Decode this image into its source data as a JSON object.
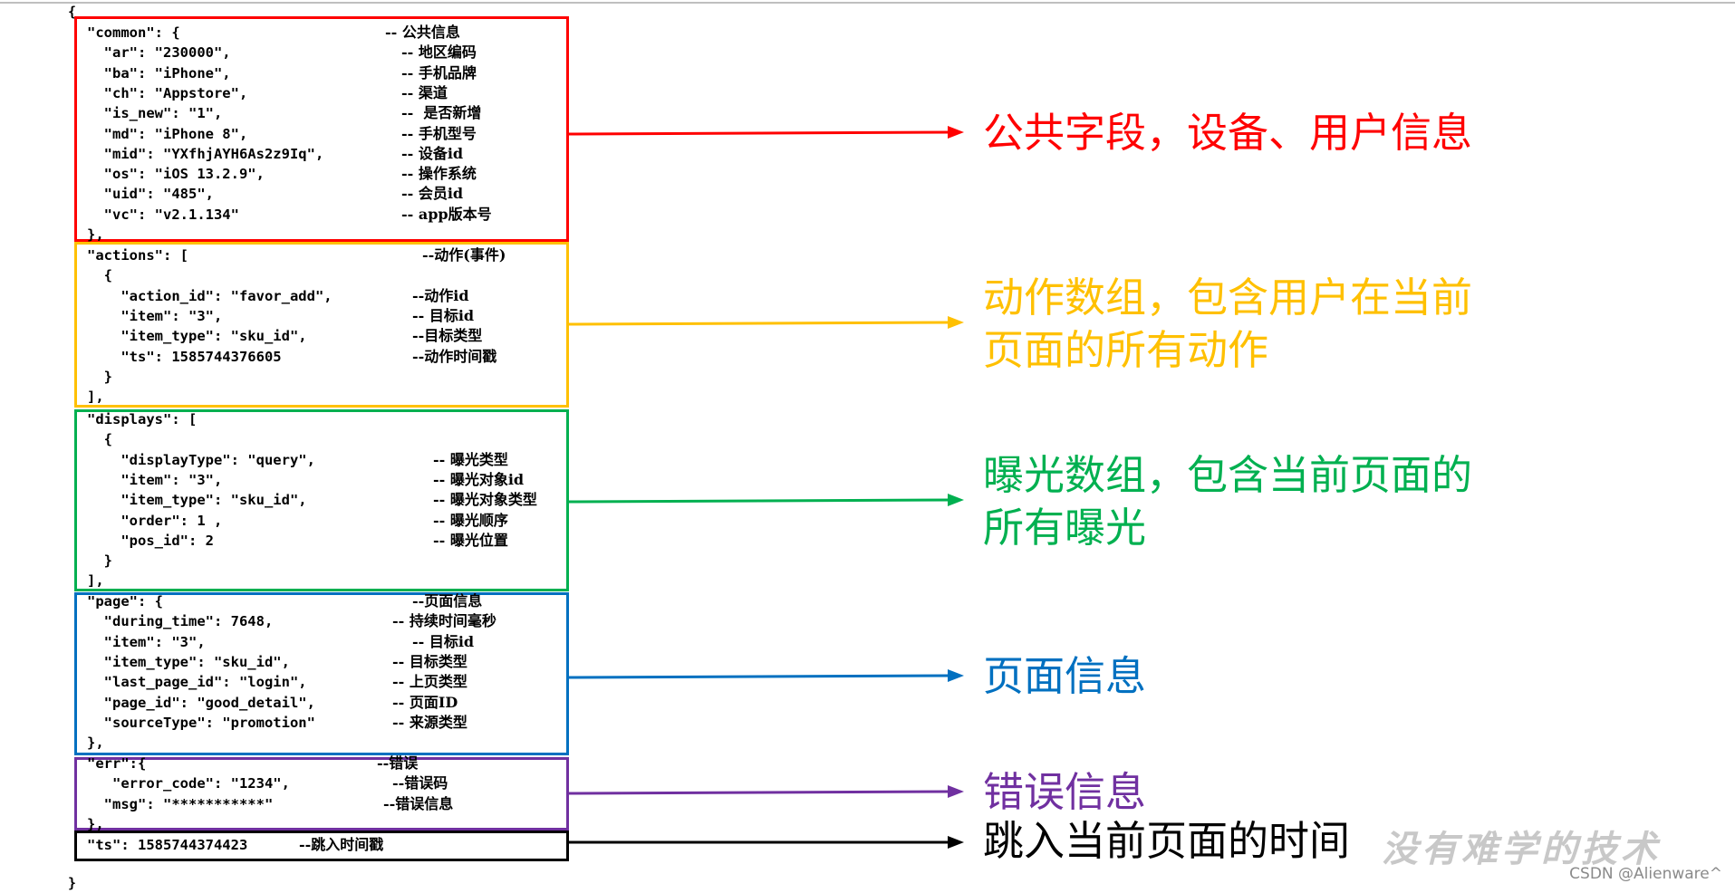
{
  "braces": {
    "open": "{",
    "close": "}"
  },
  "sections": [
    {
      "key": "common",
      "color": "#ff0000",
      "label_lines": [
        "公共字段，设备、用户信息"
      ],
      "lines": [
        {
          "code": "\"common\": {",
          "comment": "-- 公共信息"
        },
        {
          "code": "  \"ar\": \"230000\",",
          "comment": "-- 地区编码"
        },
        {
          "code": "  \"ba\": \"iPhone\",",
          "comment": "-- 手机品牌"
        },
        {
          "code": "  \"ch\": \"Appstore\",",
          "comment": "-- 渠道"
        },
        {
          "code": "  \"is_new\": \"1\",",
          "comment": "--  是否新增"
        },
        {
          "code": "  \"md\": \"iPhone 8\",",
          "comment": "-- 手机型号"
        },
        {
          "code": "  \"mid\": \"YXfhjAYH6As2z9Iq\",",
          "comment": "-- 设备id"
        },
        {
          "code": "  \"os\": \"iOS 13.2.9\",",
          "comment": "-- 操作系统"
        },
        {
          "code": "  \"uid\": \"485\",",
          "comment": "-- 会员id"
        },
        {
          "code": "  \"vc\": \"v2.1.134\"",
          "comment": "-- app版本号"
        },
        {
          "code": "},",
          "comment": ""
        }
      ]
    },
    {
      "key": "actions",
      "color": "#ffc000",
      "label_lines": [
        "动作数组，包含用户在当前",
        "页面的所有动作"
      ],
      "lines": [
        {
          "code": "\"actions\": [",
          "comment": "--动作(事件)"
        },
        {
          "code": "  {",
          "comment": ""
        },
        {
          "code": "    \"action_id\": \"favor_add\",",
          "comment": "--动作id"
        },
        {
          "code": "    \"item\": \"3\",",
          "comment": "-- 目标id"
        },
        {
          "code": "    \"item_type\": \"sku_id\",",
          "comment": "--目标类型"
        },
        {
          "code": "    \"ts\": 1585744376605",
          "comment": "--动作时间戳"
        },
        {
          "code": "  }",
          "comment": ""
        },
        {
          "code": "],",
          "comment": ""
        }
      ]
    },
    {
      "key": "displays",
      "color": "#00b050",
      "label_lines": [
        "曝光数组，包含当前页面的",
        "所有曝光"
      ],
      "lines": [
        {
          "code": "\"displays\": [",
          "comment": ""
        },
        {
          "code": "  {",
          "comment": ""
        },
        {
          "code": "    \"displayType\": \"query\",",
          "comment": "-- 曝光类型"
        },
        {
          "code": "    \"item\": \"3\",",
          "comment": "-- 曝光对象id"
        },
        {
          "code": "    \"item_type\": \"sku_id\",",
          "comment": "-- 曝光对象类型"
        },
        {
          "code": "    \"order\": 1 ,",
          "comment": "-- 曝光顺序"
        },
        {
          "code": "    \"pos_id\": 2",
          "comment": "-- 曝光位置"
        },
        {
          "code": "  }",
          "comment": ""
        },
        {
          "code": "],",
          "comment": ""
        }
      ]
    },
    {
      "key": "page",
      "color": "#0070c0",
      "label_lines": [
        "页面信息"
      ],
      "lines": [
        {
          "code": "\"page\": {",
          "comment": "--页面信息"
        },
        {
          "code": "  \"during_time\": 7648,",
          "comment": "-- 持续时间毫秒"
        },
        {
          "code": "  \"item\": \"3\",",
          "comment": "-- 目标id"
        },
        {
          "code": "  \"item_type\": \"sku_id\",",
          "comment": "-- 目标类型"
        },
        {
          "code": "  \"last_page_id\": \"login\",",
          "comment": "-- 上页类型"
        },
        {
          "code": "  \"page_id\": \"good_detail\",",
          "comment": "-- 页面ID"
        },
        {
          "code": "  \"sourceType\": \"promotion\"",
          "comment": "-- 来源类型"
        },
        {
          "code": "},",
          "comment": ""
        }
      ]
    },
    {
      "key": "err",
      "color": "#7030a0",
      "label_lines": [
        "错误信息"
      ],
      "lines": [
        {
          "code": "\"err\":{",
          "comment": "--错误"
        },
        {
          "code": "   \"error_code\": \"1234\",",
          "comment": "--错误码"
        },
        {
          "code": "  \"msg\": \"***********\"",
          "comment": "--错误信息"
        },
        {
          "code": "},",
          "comment": ""
        }
      ]
    },
    {
      "key": "ts",
      "color": "#000000",
      "label_lines": [
        "跳入当前页面的时间"
      ],
      "lines": [
        {
          "code": "\"ts\": 1585744374423",
          "comment": "--跳入时间戳"
        }
      ]
    }
  ],
  "watermark": "没有难学的技术",
  "credit": "CSDN @Alienware^"
}
